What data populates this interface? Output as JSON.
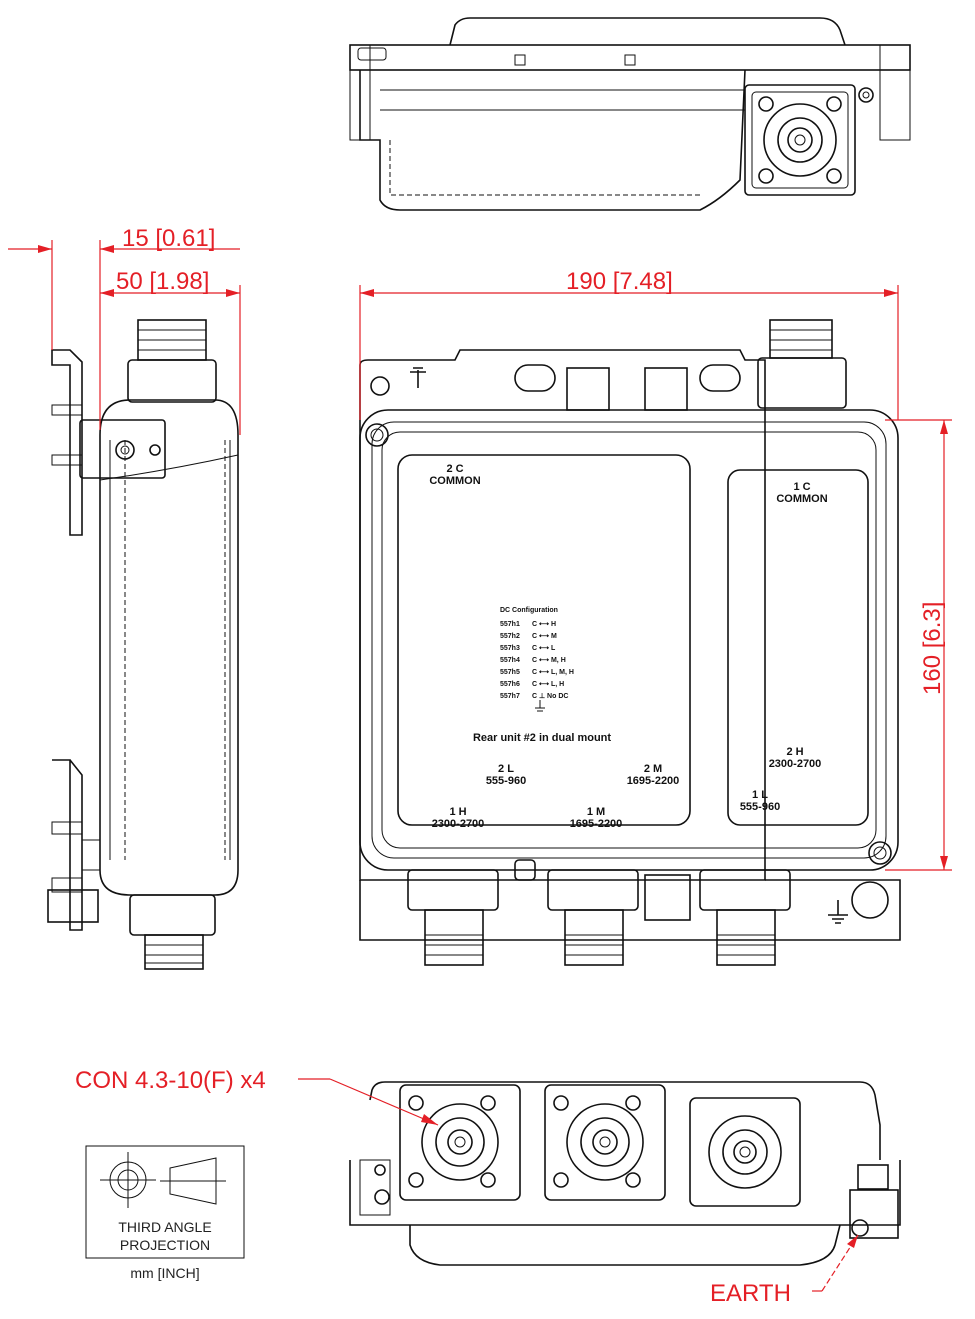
{
  "dimensions": {
    "flange_offset": "15 [0.61]",
    "depth": "50 [1.98]",
    "width": "190 [7.48]",
    "height": "160 [6.3]"
  },
  "port_labels": {
    "port_2c_num": "2 C",
    "port_2c_name": "COMMON",
    "port_1c_num": "1 C",
    "port_1c_name": "COMMON",
    "port_2h_num": "2 H",
    "port_2h_range": "2300-2700",
    "port_1l_num": "1 L",
    "port_1l_range": "555-960",
    "port_2l_num": "2 L",
    "port_2l_range": "555-960",
    "port_2m_num": "2 M",
    "port_2m_range": "1695-2200",
    "port_1h_num": "1 H",
    "port_1h_range": "2300-2700",
    "port_1m_num": "1 M",
    "port_1m_range": "1695-2200"
  },
  "dc_configuration": {
    "title": "DC Configuration",
    "rows": [
      {
        "code": "557h1",
        "conn": "C ⟷ H"
      },
      {
        "code": "557h2",
        "conn": "C ⟷ M"
      },
      {
        "code": "557h3",
        "conn": "C ⟷ L"
      },
      {
        "code": "557h4",
        "conn": "C ⟷ M, H"
      },
      {
        "code": "557h5",
        "conn": "C ⟷ L, M, H"
      },
      {
        "code": "557h6",
        "conn": "C ⟷ L, H"
      },
      {
        "code": "557h7",
        "conn": "C ⊥ No DC"
      }
    ]
  },
  "rear_unit_note": "Rear unit #2 in dual mount",
  "connector_callout": "CON 4.3-10(F) x4",
  "earth_callout": "EARTH",
  "projection": {
    "line1": "THIRD ANGLE",
    "line2": "PROJECTION"
  },
  "units_note": "mm [INCH]",
  "colors": {
    "dimension": "#e41f26",
    "linework": "#111111"
  }
}
